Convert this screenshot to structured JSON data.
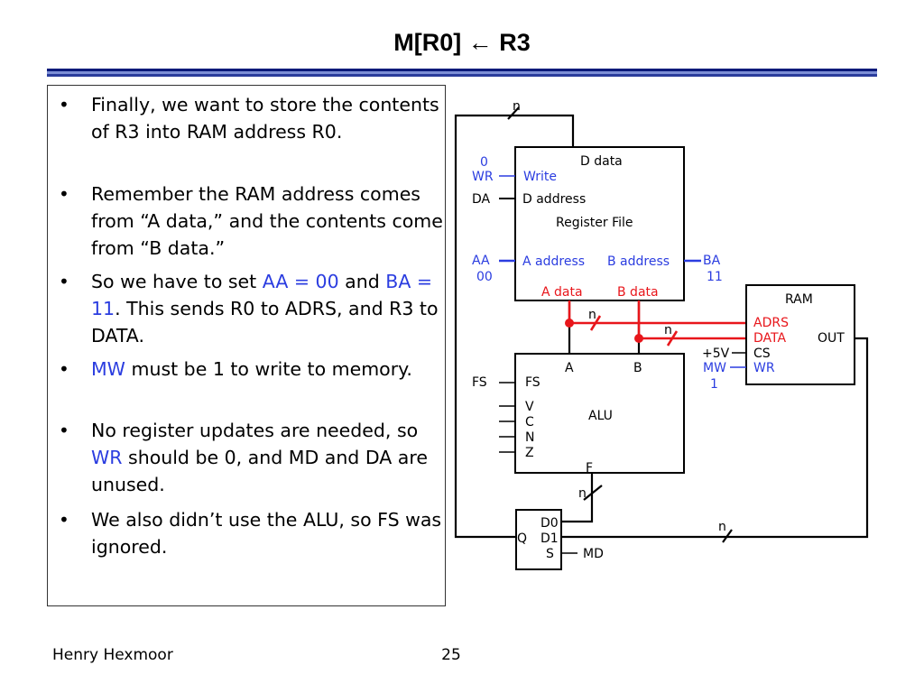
{
  "slide": {
    "title": "M[R0] ← R3",
    "footer_author": "Henry Hexmoor",
    "page_number": "25"
  },
  "bullets": [
    {
      "segments": [
        {
          "text": "Finally, we want to store the contents of R3 into RAM address R0."
        }
      ]
    },
    {
      "segments": [
        {
          "text": "Remember the RAM address comes from “A data,” and the contents come from “B data.”"
        }
      ]
    },
    {
      "segments": [
        {
          "text": "So we have to set "
        },
        {
          "text": "AA = 00",
          "highlight": true
        },
        {
          "text": " and "
        },
        {
          "text": "BA = 11",
          "highlight": true
        },
        {
          "text": ". This sends R0 to ADRS, and R3 to DATA."
        }
      ]
    },
    {
      "segments": [
        {
          "text": "MW",
          "highlight": true
        },
        {
          "text": " must be 1 to write to memory."
        }
      ]
    },
    {
      "segments": [
        {
          "text": "No register updates are needed, so "
        },
        {
          "text": "WR",
          "highlight": true
        },
        {
          "text": " should be 0, and MD and DA are unused."
        }
      ]
    },
    {
      "segments": [
        {
          "text": "We also didn’t use the ALU, so FS was ignored."
        }
      ]
    }
  ],
  "colors": {
    "highlight": "#2b3de0",
    "active_path": "#e8161b",
    "title_rule": "#1f2f8f"
  },
  "diagram": {
    "bus_width_label": "n",
    "register_file": {
      "name": "Register File",
      "d_data": "D data",
      "write": "Write",
      "d_address": "D address",
      "a_address": "A address",
      "b_address": "B address",
      "a_data": "A data",
      "b_data": "B data"
    },
    "control": {
      "wr_value": "0",
      "wr": "WR",
      "da": "DA",
      "aa": "AA",
      "aa_value": "00",
      "ba": "BA",
      "ba_value": "11",
      "fs": "FS",
      "plus5v": "+5V",
      "mw": "MW",
      "mw_value": "1",
      "md": "MD"
    },
    "alu": {
      "name": "ALU",
      "a": "A",
      "b": "B",
      "fs": "FS",
      "v": "V",
      "c": "C",
      "n": "N",
      "z": "Z",
      "f": "F"
    },
    "ram": {
      "name": "RAM",
      "adrs": "ADRS",
      "data": "DATA",
      "cs": "CS",
      "wr": "WR",
      "out": "OUT"
    },
    "mux": {
      "q": "Q",
      "d0": "D0",
      "d1": "D1",
      "s": "S"
    }
  }
}
